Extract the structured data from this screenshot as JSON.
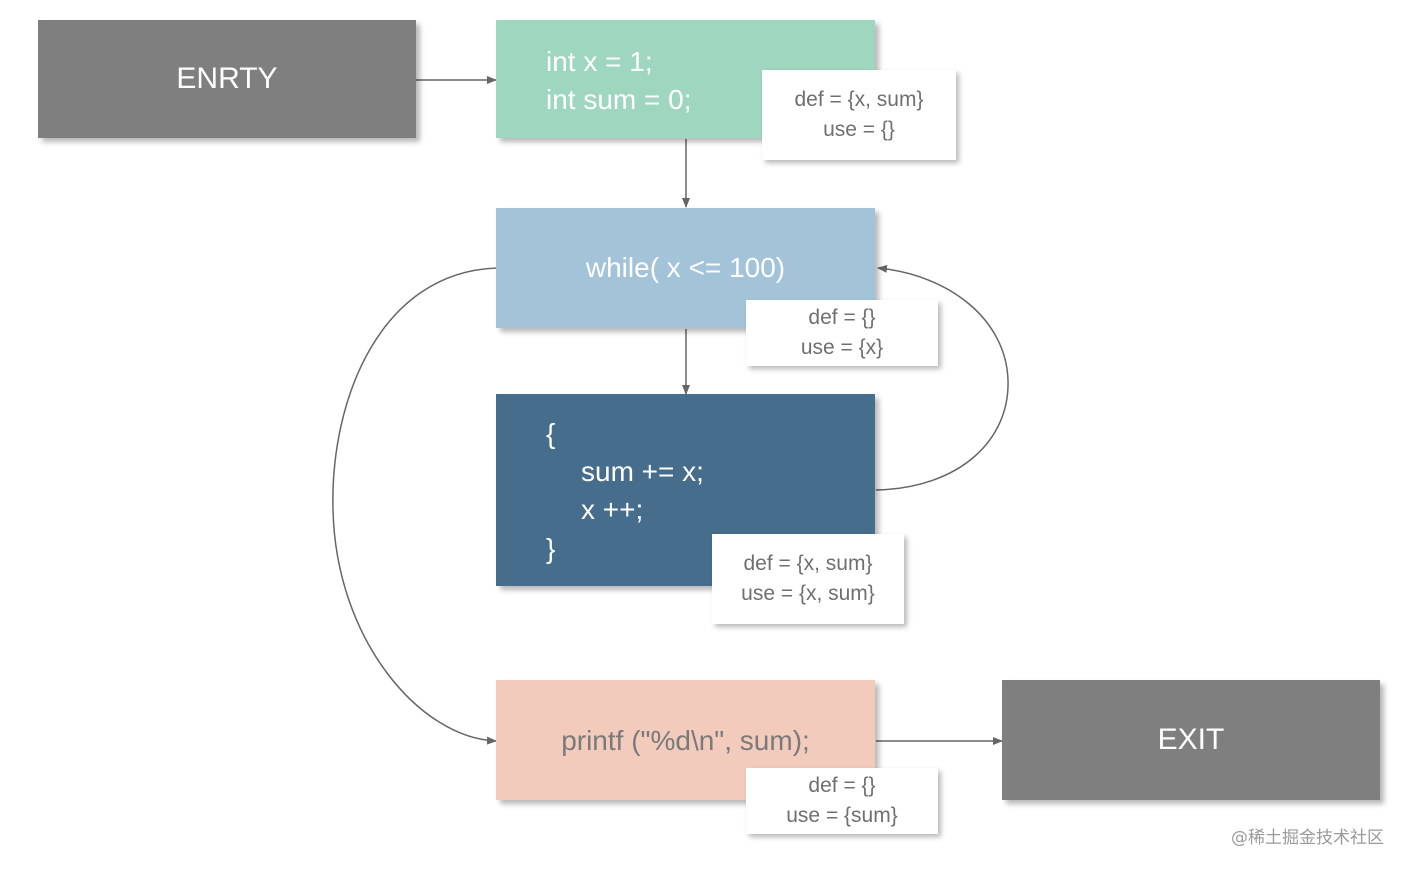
{
  "colors": {
    "terminal": "#7f7f7f",
    "init_block": "#9ed6bf",
    "cond_block": "#a3c3d8",
    "body_block": "#476d8c",
    "print_block": "#f3cbbd",
    "edge": "#666666",
    "note_text": "#6f6f6f"
  },
  "nodes": {
    "entry": {
      "label": "ENRTY"
    },
    "init": {
      "lines": [
        "int x = 1;",
        "int sum = 0;"
      ]
    },
    "cond": {
      "label": "while( x <= 100)"
    },
    "body": {
      "lines": [
        "{",
        "sum += x;",
        "x ++;",
        "}"
      ]
    },
    "print": {
      "label": "printf (\"%d\\n\", sum);"
    },
    "exit": {
      "label": "EXIT"
    }
  },
  "annotations": {
    "init": {
      "def": "def = {x, sum}",
      "use": "use = {}"
    },
    "cond": {
      "def": "def = {}",
      "use": "use = {x}"
    },
    "body": {
      "def": "def = {x, sum}",
      "use": "use = {x, sum}"
    },
    "print": {
      "def": "def = {}",
      "use": "use = {sum}"
    }
  },
  "watermark": "@稀土掘金技术社区"
}
